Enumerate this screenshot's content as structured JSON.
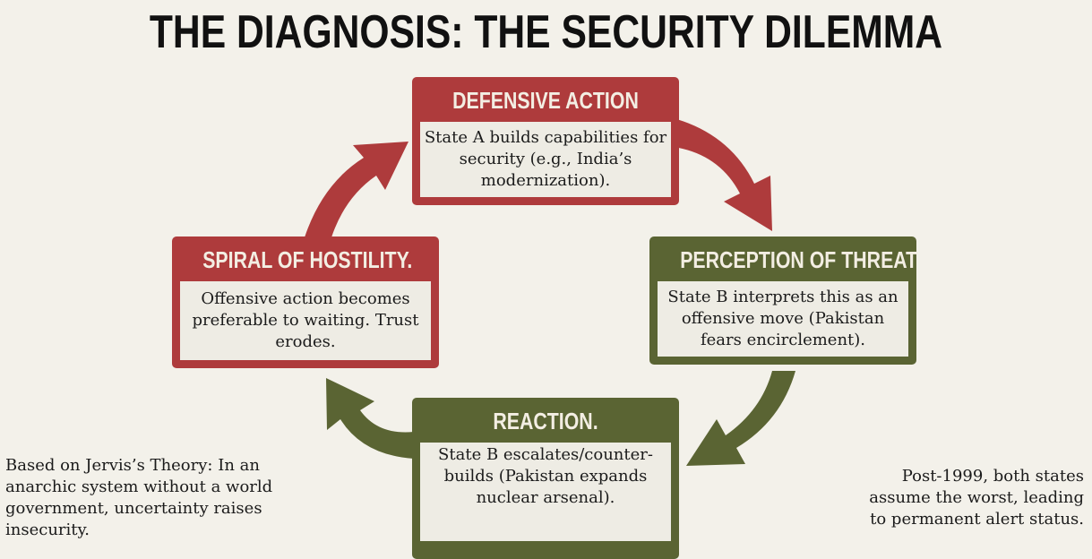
{
  "title": "THE DIAGNOSIS: THE SECURITY DILEMMA",
  "colors": {
    "red": "#ae3b3c",
    "olive": "#5a6433",
    "background": "#f3f1ea",
    "panel": "#eeece4"
  },
  "steps": [
    {
      "heading": "DEFENSIVE ACTION",
      "text": "State A builds capabilities for security (e.g., India’s modernization)."
    },
    {
      "heading": "PERCEPTION OF THREAT",
      "text": "State B interprets this as an offensive move (Pakistan fears encirclement)."
    },
    {
      "heading": "REACTION.",
      "text": "State B escalates/counter-builds (Pakistan expands nuclear arsenal)."
    },
    {
      "heading": "SPIRAL OF HOSTILITY.",
      "text": "Offensive action becomes preferable to waiting. Trust erodes."
    }
  ],
  "notes": {
    "left": "Based on Jervis’s Theory: In an anarchic system without a world government, uncertainty raises insecurity.",
    "right": "Post-1999, both states assume the worst, leading to permanent alert status."
  }
}
